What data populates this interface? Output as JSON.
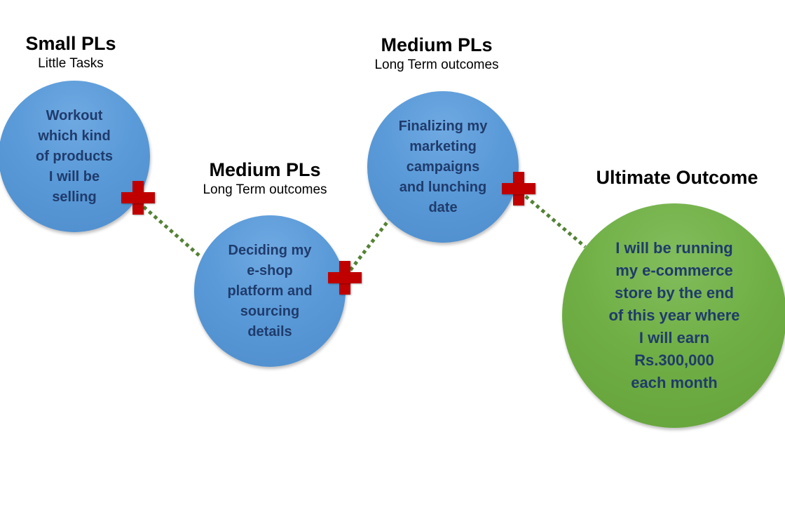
{
  "diagram": {
    "colors": {
      "stage_circle": "#5b9bd5",
      "outcome_circle": "#70ad47",
      "circle_text": "#1f3b6b",
      "connector": "#548235",
      "cross": "#c00000"
    },
    "stages": [
      {
        "title": "Small PLs",
        "subtitle": "Little Tasks",
        "text": "Workout\nwhich kind\nof  products\nI will be\nselling"
      },
      {
        "title": "Medium PLs",
        "subtitle": "Long Term outcomes",
        "text": "Deciding my\ne-shop\nplatform and\nsourcing\ndetails"
      },
      {
        "title": "Medium PLs",
        "subtitle": "Long Term outcomes",
        "text": "Finalizing my\nmarketing\ncampaigns\nand lunching\ndate"
      }
    ],
    "outcome": {
      "title": "Ultimate Outcome",
      "text": "I will be running\nmy e-commerce\nstore by the end\nof this year where\nI will earn\nRs.300,000\neach month"
    },
    "connector_icon": "plus-icon",
    "connector_style": "dotted-line"
  }
}
